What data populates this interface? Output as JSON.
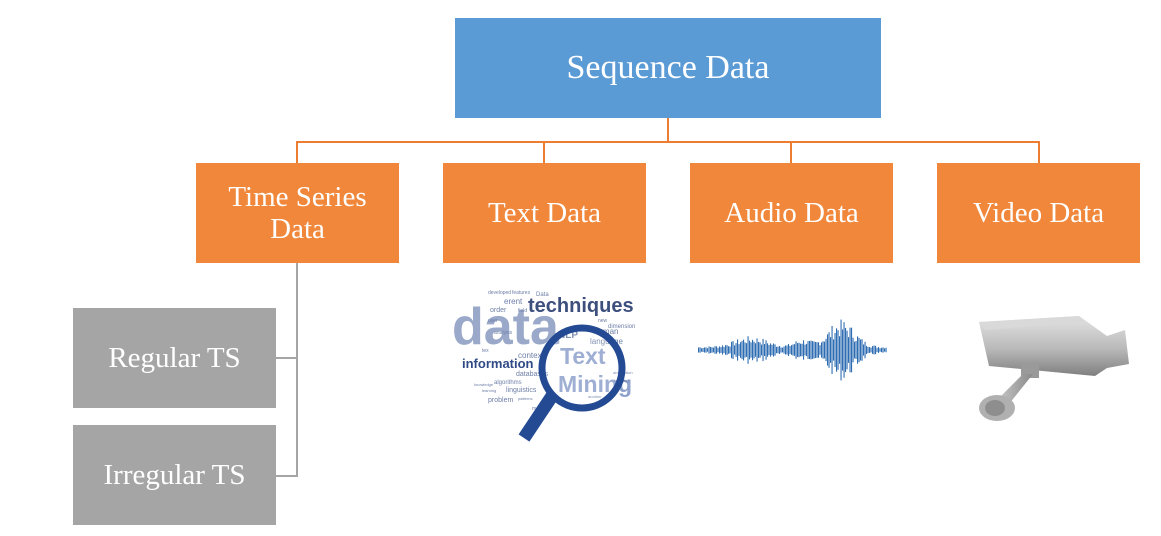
{
  "root": {
    "label": "Sequence Data"
  },
  "categories": [
    {
      "label": "Time Series Data"
    },
    {
      "label": "Text Data"
    },
    {
      "label": "Audio Data"
    },
    {
      "label": "Video Data"
    }
  ],
  "time_series_children": [
    {
      "label": "Regular TS"
    },
    {
      "label": "Irregular TS"
    }
  ],
  "text_cloud": {
    "big_words": [
      "data",
      "techniques",
      "information",
      "Text",
      "Mining"
    ],
    "small_words": [
      "developed",
      "features",
      "Data",
      "erent",
      "order",
      "field",
      "user",
      "new",
      "dimension",
      "NLP",
      "human",
      "language",
      "context",
      "databases",
      "algorithms",
      "linguistics",
      "knowledge",
      "problem",
      "learning",
      "method",
      "patterns",
      "abstraction",
      "leverage",
      "analysis",
      "another",
      "tex"
    ]
  },
  "colors": {
    "root": "#5b9bd5",
    "category": "#f0873a",
    "connector": "#ed7d31",
    "sub": "#a5a5a5"
  }
}
